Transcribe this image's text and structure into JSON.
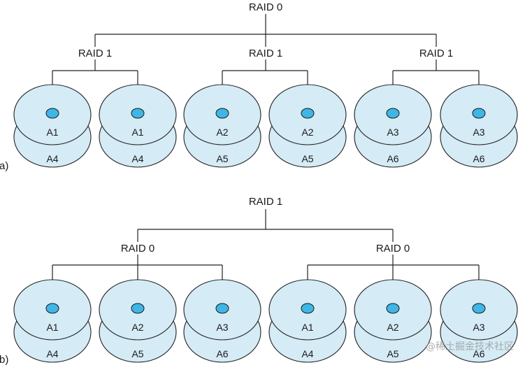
{
  "diagram_a": {
    "panel_label": "a)",
    "root_label": "RAID 0",
    "groups": [
      {
        "label": "RAID 1",
        "disks": [
          {
            "top": "A1",
            "bottom": "A4"
          },
          {
            "top": "A1",
            "bottom": "A4"
          }
        ]
      },
      {
        "label": "RAID 1",
        "disks": [
          {
            "top": "A2",
            "bottom": "A5"
          },
          {
            "top": "A2",
            "bottom": "A5"
          }
        ]
      },
      {
        "label": "RAID 1",
        "disks": [
          {
            "top": "A3",
            "bottom": "A6"
          },
          {
            "top": "A3",
            "bottom": "A6"
          }
        ]
      }
    ]
  },
  "diagram_b": {
    "panel_label": "b)",
    "root_label": "RAID 1",
    "groups": [
      {
        "label": "RAID 0",
        "disks": [
          {
            "top": "A1",
            "bottom": "A4"
          },
          {
            "top": "A2",
            "bottom": "A5"
          },
          {
            "top": "A3",
            "bottom": "A6"
          }
        ]
      },
      {
        "label": "RAID 0",
        "disks": [
          {
            "top": "A1",
            "bottom": "A4"
          },
          {
            "top": "A2",
            "bottom": "A5"
          },
          {
            "top": "A3",
            "bottom": "A6"
          }
        ]
      }
    ]
  },
  "watermark": "@稀土掘金技术社区",
  "colors": {
    "disk_fill": "#d5ebf6",
    "hub_fill": "#3fb6e6",
    "line": "#222222"
  }
}
